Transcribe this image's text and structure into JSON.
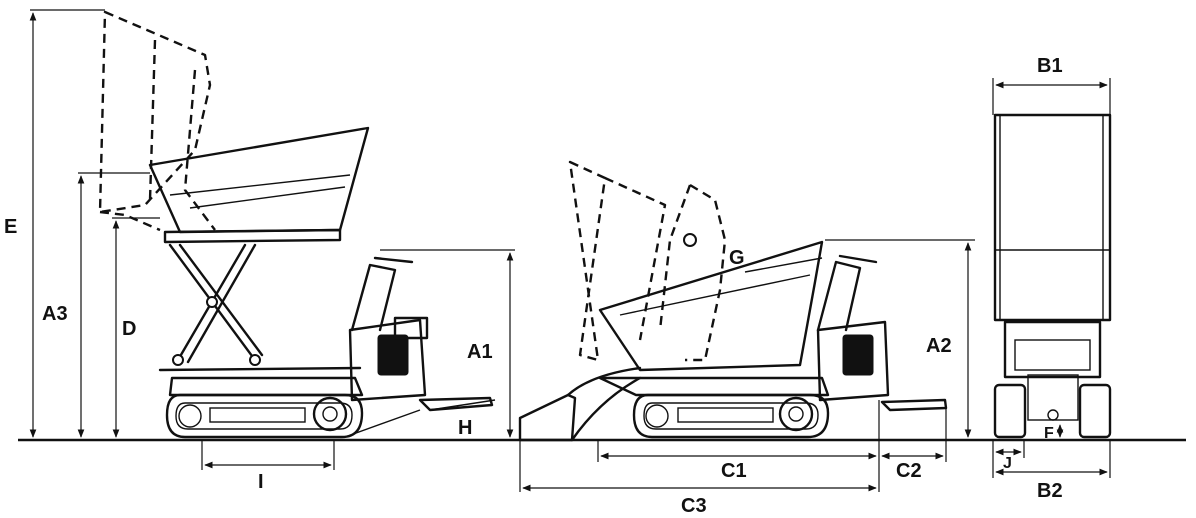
{
  "labels": {
    "a1": "A1",
    "a2": "A2",
    "a3": "A3",
    "b1": "B1",
    "b2": "B2",
    "c1": "C1",
    "c2": "C2",
    "c3": "C3",
    "d": "D",
    "e": "E",
    "f": "F",
    "g": "G",
    "h": "H",
    "i": "I",
    "j": "J"
  },
  "colors": {
    "line": "#111111",
    "background": "#ffffff"
  }
}
